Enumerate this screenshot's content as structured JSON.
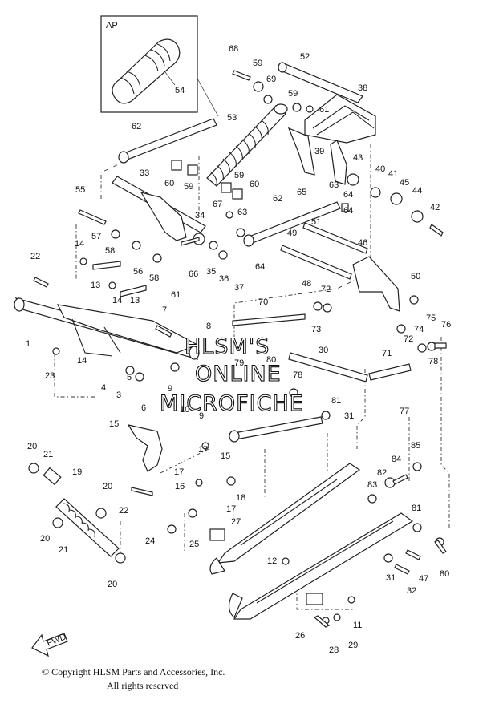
{
  "inset": {
    "label": "AP",
    "part": "54"
  },
  "watermark": {
    "line1": "HLSM'S",
    "line2": "ONLINE",
    "line3": "MICROFICHE"
  },
  "fwd_label": "FWD",
  "copyright": {
    "line1": "© Copyright HLSM Parts and Accessories, Inc.",
    "line2": "All rights reserved"
  },
  "callouts": [
    "68",
    "59",
    "69",
    "52",
    "59",
    "61",
    "38",
    "53",
    "62",
    "60",
    "59",
    "39",
    "43",
    "40",
    "41",
    "45",
    "44",
    "42",
    "33",
    "59",
    "60",
    "65",
    "63",
    "64",
    "55",
    "67",
    "63",
    "62",
    "64",
    "51",
    "46",
    "57",
    "34",
    "49",
    "58",
    "56",
    "66",
    "35",
    "36",
    "64",
    "37",
    "48",
    "50",
    "22",
    "14",
    "13",
    "14",
    "13",
    "72",
    "58",
    "61",
    "70",
    "73",
    "7",
    "1",
    "8",
    "80",
    "74",
    "75",
    "76",
    "72",
    "71",
    "14",
    "23",
    "79",
    "30",
    "4",
    "3",
    "5",
    "9",
    "6",
    "10",
    "9",
    "78",
    "81",
    "78",
    "77",
    "31",
    "15",
    "17",
    "15",
    "20",
    "21",
    "85",
    "19",
    "84",
    "82",
    "17",
    "16",
    "18",
    "83",
    "20",
    "22",
    "17",
    "81",
    "20",
    "27",
    "24",
    "25",
    "21",
    "80",
    "12",
    "31",
    "47",
    "32",
    "20",
    "11",
    "26",
    "29",
    "28"
  ]
}
